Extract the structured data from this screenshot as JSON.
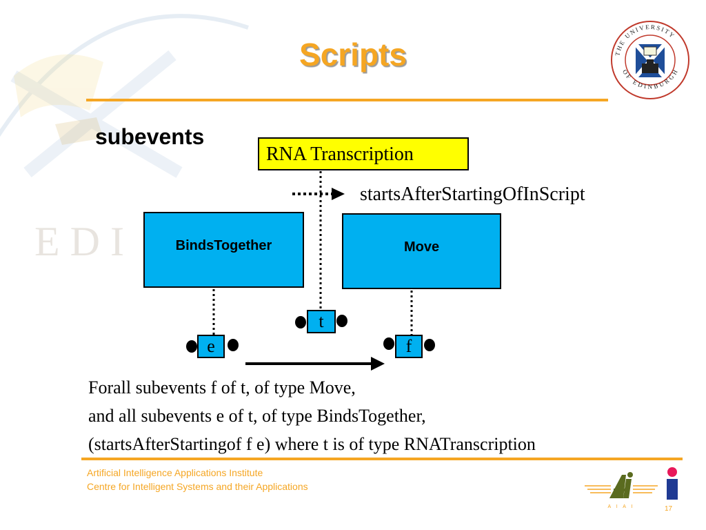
{
  "slide": {
    "title": "Scripts",
    "page_number": "17"
  },
  "diagram": {
    "heading": "subevents",
    "top_event": "RNA Transcription",
    "legend_label": "startsAfterStartingOfInScript",
    "nodes": {
      "binds": "BindsTogether",
      "move": "Move"
    },
    "slots": {
      "t": "t",
      "e": "e",
      "f": "f"
    }
  },
  "rule_text": {
    "line1": "Forall subevents f  of  t, of type Move,",
    "line2": "and all subevents e of  t, of type BindsTogether,",
    "line3": "(startsAfterStartingof f e) where t is of type RNATranscription"
  },
  "footer": {
    "line1": "Artificial Intelligence Applications Institute",
    "line2": "Centre for Intelligent Systems and their Applications"
  },
  "seal": {
    "upper_text": "THE UNIVERSITY",
    "lower_text": "OF EDINBURGH"
  },
  "logo_text": {
    "aiai_letters": "A I A I"
  },
  "colors": {
    "accent": "#f5a623",
    "node_fill": "#00b0f0",
    "highlight": "#ffff00"
  }
}
